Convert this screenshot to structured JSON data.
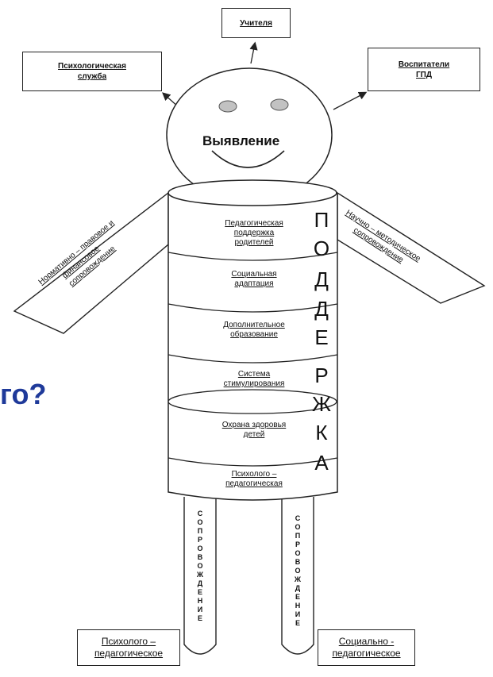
{
  "head": {
    "label": "Выявление"
  },
  "boxes": {
    "top": [
      "Учителя"
    ],
    "left": [
      "Психологическая",
      "служба"
    ],
    "right": [
      "Воспитатели",
      "ГПД"
    ],
    "bottom_left": [
      "Психолого –",
      "педагогическое"
    ],
    "bottom_right": [
      "Социально -",
      "педагогическое"
    ]
  },
  "body_layers": [
    [
      "Педагогическая",
      "поддержка",
      "родителей"
    ],
    [
      "Социальная",
      "адаптация"
    ],
    [
      "Дополнительное",
      "образование"
    ],
    [
      "Система",
      "стимулирования"
    ],
    [
      "Охрана здоровья",
      "детей"
    ],
    [
      "Психолого –",
      "педагогическая"
    ]
  ],
  "podderzhka": [
    "П",
    "О",
    "Д",
    "Д",
    "Е",
    "Р",
    "Ж",
    "К",
    "А"
  ],
  "soprovozhdenie": [
    "С",
    "О",
    "П",
    "Р",
    "О",
    "В",
    "О",
    "Ж",
    "Д",
    "Е",
    "Н",
    "И",
    "Е"
  ],
  "arms": {
    "left": [
      "Нормативно – правовое и",
      "финансовое",
      "сопровождение"
    ],
    "right": [
      "Научно – методическое",
      "сопровождение"
    ]
  },
  "cut_text": "го?"
}
